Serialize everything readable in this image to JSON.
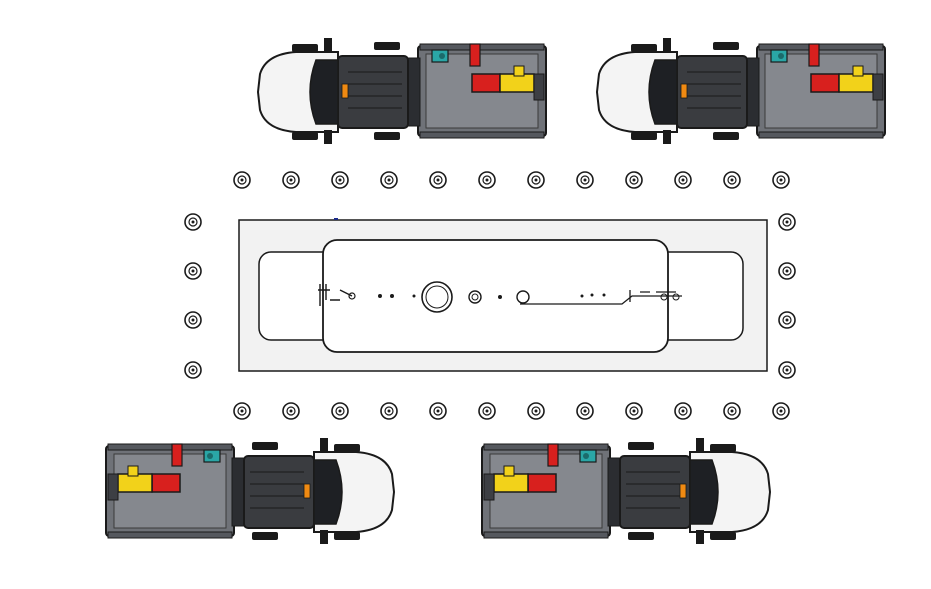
{
  "scene": {
    "trucks": [
      {
        "name": "truck-top-left",
        "facing": "left"
      },
      {
        "name": "truck-top-right",
        "facing": "left"
      },
      {
        "name": "truck-bottom-left",
        "facing": "right"
      },
      {
        "name": "truck-bottom-right",
        "facing": "right"
      }
    ],
    "colors": {
      "body_gray": "#6f7278",
      "deck_gray": "#8a8d93",
      "cab_white": "#f4f4f4",
      "outline": "#1a1a1a",
      "tank_red": "#d8201e",
      "tank_yellow": "#f2d21a",
      "valve_teal": "#2aa6a6",
      "cab_orange": "#f08a12",
      "mat_fill": "#f2f2f2",
      "vessel_fill": "#ffffff",
      "accent_blue": "#1a2a8a"
    },
    "anchors": {
      "top_row_count": 12,
      "bottom_row_count": 12,
      "left_column_count": 4,
      "right_column_count": 4
    }
  }
}
